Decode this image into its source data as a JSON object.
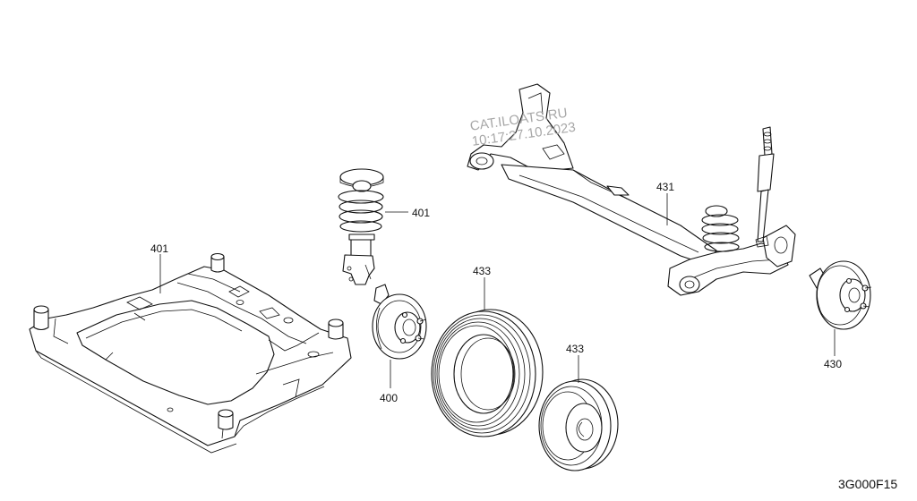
{
  "watermark": {
    "line1": "CAT.ILOATS.RU",
    "line2": "10:17:27.10.2023"
  },
  "labels": {
    "front_subframe": "401",
    "front_strut": "401",
    "front_hub": "400",
    "tire": "433",
    "wheel": "433",
    "rear_axle": "431",
    "rear_hub": "430"
  },
  "diagram_code": "3G000F15",
  "colors": {
    "line": "#111111",
    "watermark": "#a8a8a8",
    "background": "#ffffff"
  }
}
